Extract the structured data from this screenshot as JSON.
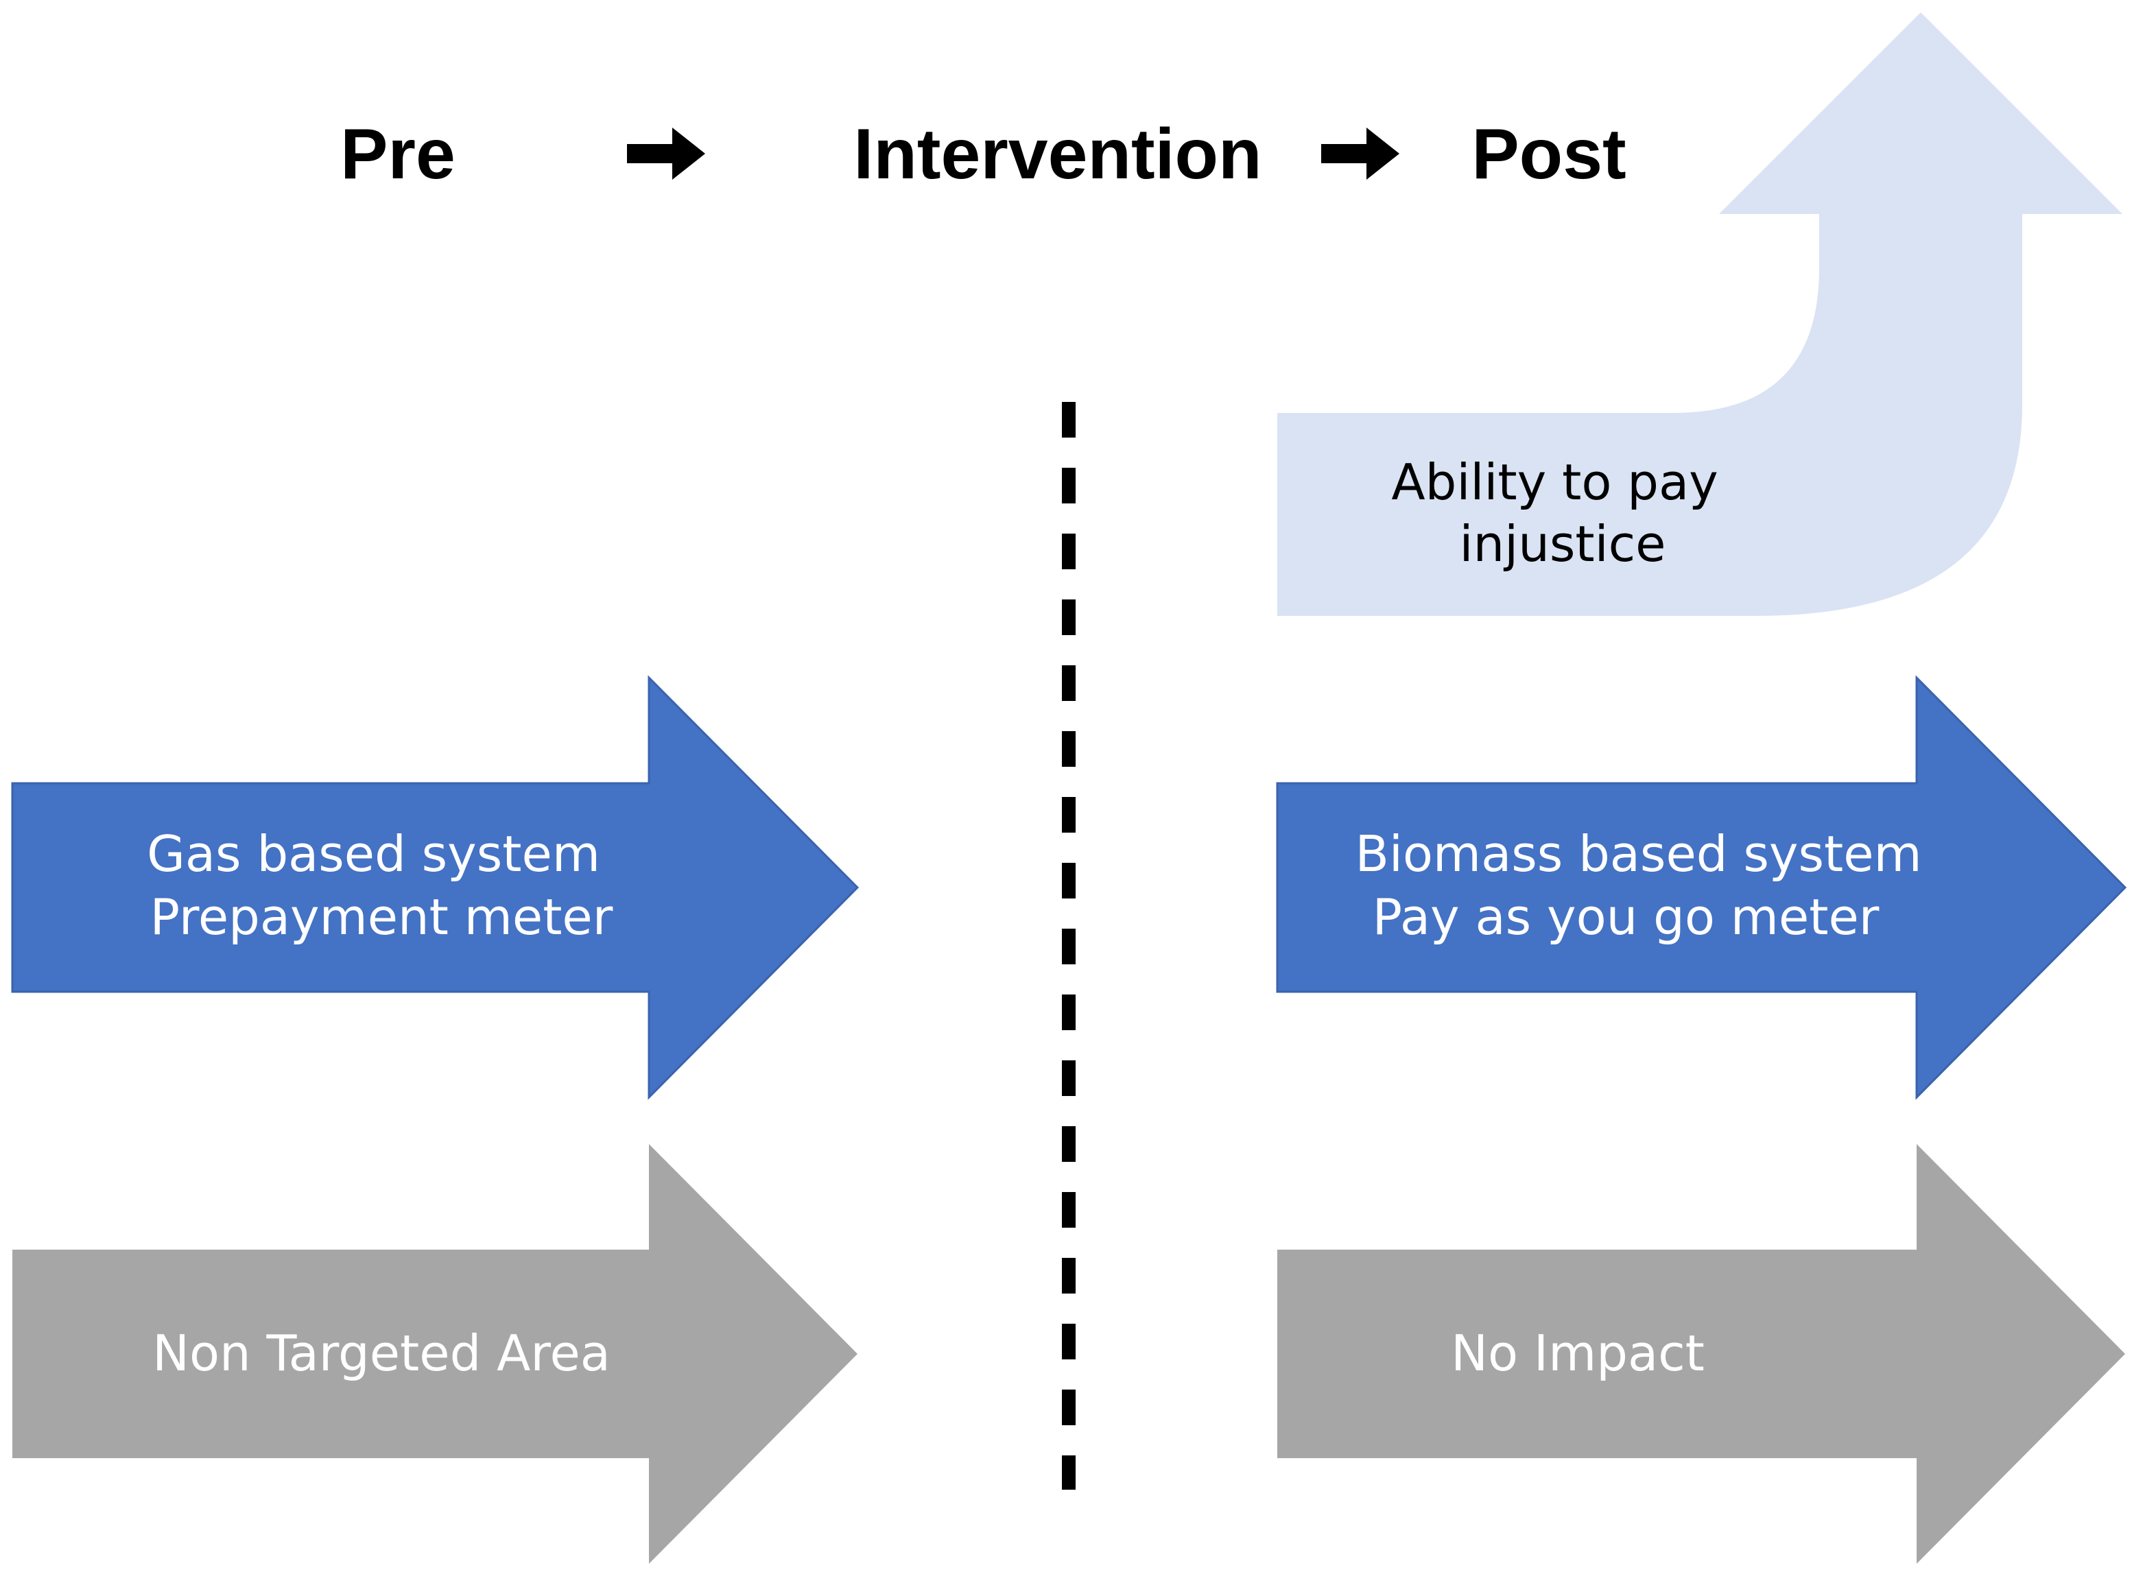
{
  "phases": {
    "pre": "Pre",
    "intervention": "Intervention",
    "post": "Post"
  },
  "pre_arrows": {
    "targeted": {
      "line1": "Gas based system",
      "line2": "Prepayment meter"
    },
    "non_targeted": {
      "label": "Non Targeted Area"
    }
  },
  "post_arrows": {
    "targeted": {
      "line1": "Biomass based system",
      "line2": "Pay as you go meter"
    },
    "non_targeted": {
      "label": "No Impact"
    },
    "outcome": {
      "line1": "Ability to pay",
      "line2": "injustice"
    }
  },
  "colors": {
    "targeted_arrow": "#4472C4",
    "targeted_arrow_border": "#3A63AE",
    "non_targeted_arrow": "#A6A6A6",
    "outcome_arrow": "#DAE3F3",
    "arrow_text_light": "#FFFFFF",
    "arrow_text_dark": "#000000",
    "divider": "#000000"
  }
}
